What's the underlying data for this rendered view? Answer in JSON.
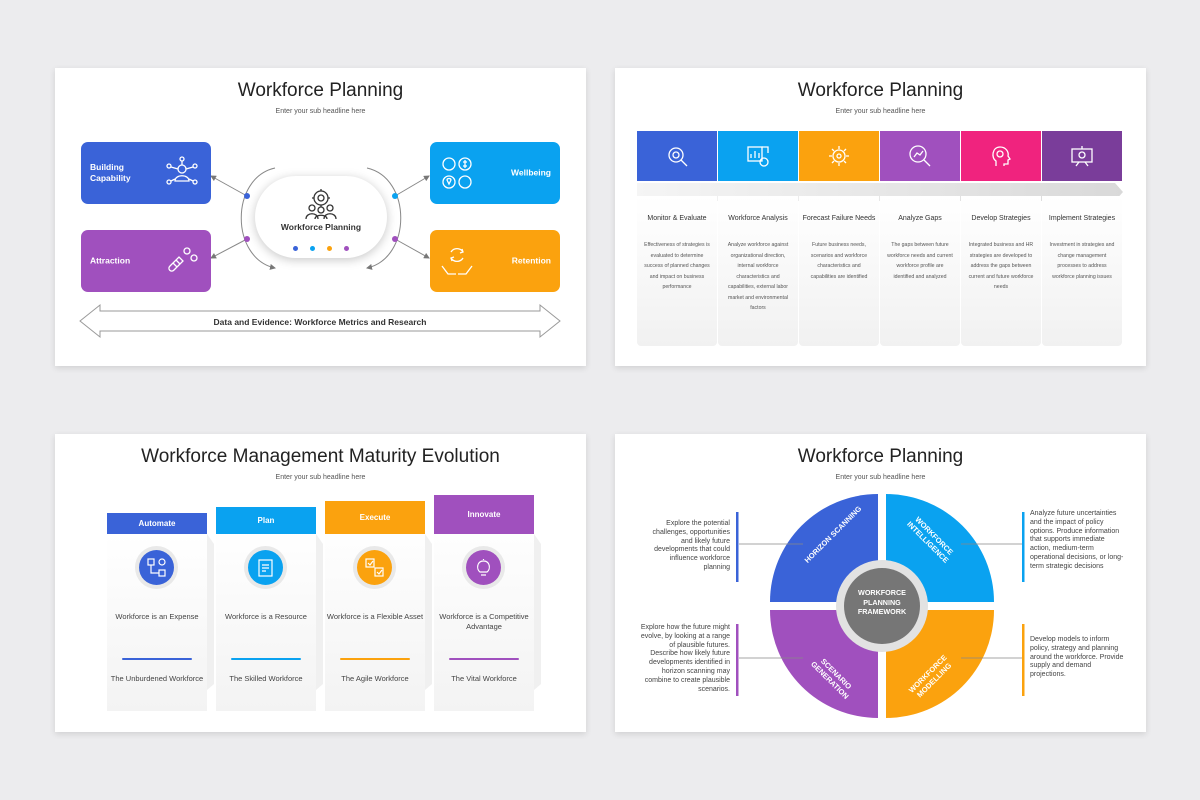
{
  "colors": {
    "blue": "#3a63d8",
    "cyan": "#0aa2f0",
    "orange": "#fba20e",
    "purple": "#a050be",
    "magenta": "#f0237e",
    "violet": "#7a3d9a"
  },
  "slide1": {
    "title": "Workforce Planning",
    "subtitle": "Enter your sub headline here",
    "center_label": "Workforce Planning",
    "boxes": {
      "building": {
        "label": "Building Capability",
        "icon": "network-people-icon"
      },
      "attraction": {
        "label": "Attraction",
        "icon": "magnet-people-icon"
      },
      "wellbeing": {
        "label": "Wellbeing",
        "icon": "wellbeing-icons"
      },
      "retention": {
        "label": "Retention",
        "icon": "hands-cycle-icon"
      }
    },
    "bottom_bar": "Data and Evidence: Workforce Metrics and Research"
  },
  "slide2": {
    "title": "Workforce Planning",
    "subtitle": "Enter your sub headline here",
    "columns": [
      {
        "heading": "Monitor & Evaluate",
        "body": "Effectiveness of strategies is evaluated to determine success of planned changes and impact on business performance",
        "icon": "magnifier-target-icon"
      },
      {
        "heading": "Workforce Analysis",
        "body": "Analyze workforce against organizational direction, internal workforce characteristics and capabilities, external labor market and environmental factors",
        "icon": "chart-analysis-icon"
      },
      {
        "heading": "Forecast Failure Needs",
        "body": "Future business needs, scenarios and workforce characteristics and capabilities are identified",
        "icon": "gear-icon"
      },
      {
        "heading": "Analyze Gaps",
        "body": "The gaps between future workforce needs and current workforce profile are identified and analyzed",
        "icon": "search-chart-icon"
      },
      {
        "heading": "Develop Strategies",
        "body": "Integrated business and HR strategies are developed to address the gaps between current and future workforce needs",
        "icon": "head-idea-icon"
      },
      {
        "heading": "Implement Strategies",
        "body": "Investment in strategies and change management processes to address workforce planning issues",
        "icon": "strategy-board-icon"
      }
    ]
  },
  "slide3": {
    "title": "Workforce Management Maturity Evolution",
    "subtitle": "Enter your sub headline here",
    "stages": [
      {
        "label": "Automate",
        "top": "Workforce is an Expense",
        "bottom": "The Unburdened Workforce",
        "icon": "workflow-icon"
      },
      {
        "label": "Plan",
        "top": "Workforce is a Resource",
        "bottom": "The Skilled Workforce",
        "icon": "plan-document-icon"
      },
      {
        "label": "Execute",
        "top": "Workforce is a Flexible Asset",
        "bottom": "The Agile Workforce",
        "icon": "execute-tasks-icon"
      },
      {
        "label": "Innovate",
        "top": "Workforce is a Competitive Advantage",
        "bottom": "The Vital Workforce",
        "icon": "innovation-bulb-icon"
      }
    ]
  },
  "slide4": {
    "title": "Workforce Planning",
    "subtitle": "Enter your sub headline here",
    "center": "WORKFORCE PLANNING FRAMEWORK",
    "quadrants": {
      "tl": "HORIZON SCANNING",
      "tr": "WORKFORCE INTELLIGENCE",
      "bl": "SCENARIO GENERATION",
      "br": "WORKFORCE MODELLING"
    },
    "texts": {
      "tl": "Explore the potential challenges, opportunities and likely future developments that could influence workforce planning",
      "tr": "Analyze future uncertainties and the impact of policy options. Produce information that supports immediate action, medium-term operational decisions, or long-term strategic decisions",
      "bl": "Explore how the future might evolve, by looking at a range of plausible futures. Describe how likely future developments identified in horizon scanning may combine to create plausible scenarios.",
      "br": "Develop models to inform policy, strategy and planning around the workforce. Provide supply and demand projections."
    }
  }
}
